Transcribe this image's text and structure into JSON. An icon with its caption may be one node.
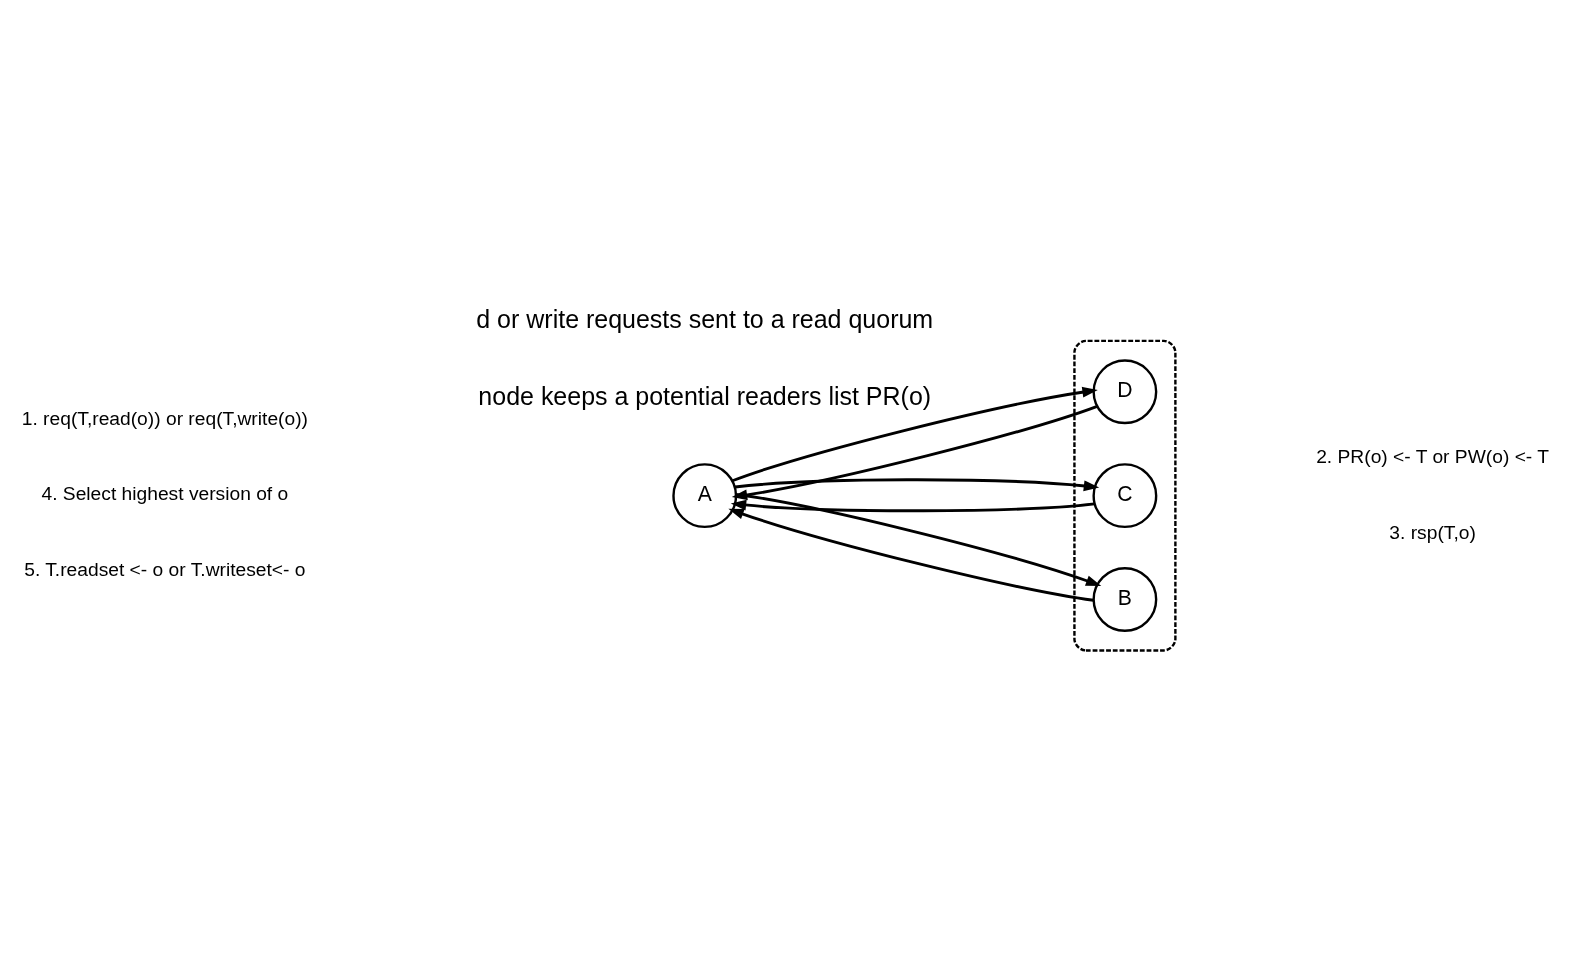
{
  "diagram": {
    "nodes": [
      {
        "text": [
          "A"
        ]
      },
      {
        "text": [],
        "shape": "ellipse"
      },
      {
        "text": [
          "B"
        ],
        "in": 1
      },
      {
        "text": [
          "C"
        ],
        "in": 1
      },
      {
        "text": [
          "D"
        ],
        "in": 1
      }
    ],
    "edges": [
      {
        "from": 0,
        "to": 2,
        "arrow": "to"
      },
      {
        "from": 2,
        "to": 0,
        "arrow": "to"
      },
      {
        "from": 0,
        "to": 3,
        "arrow": "to"
      },
      {
        "from": 3,
        "to": 0,
        "arrow": "to"
      },
      {
        "from": 0,
        "to": 4,
        "arrow": "to"
      },
      {
        "from": 4,
        "to": 0,
        "arrow": "to"
      }
    ],
    "labels": [
      "1. req(T,read(o)) or req(T,write(o))",
      "2. PR(o) <- T or PW(o) <- T",
      "3. rsp(T,o)",
      "4. Select highest version of o",
      "5. T.readset <- o or T.writeset<- o",
      "d or write requests sent to a read quorum",
      "node keeps a potential readers list PR(o)"
    ]
  }
}
